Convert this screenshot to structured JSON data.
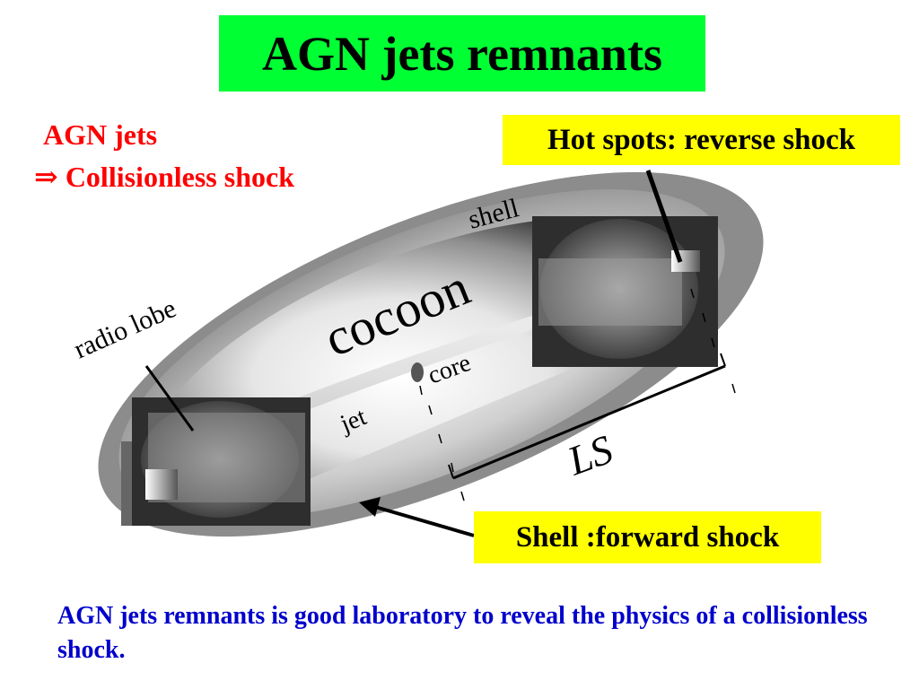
{
  "title": "AGN jets remnants",
  "intro": {
    "line1": "AGN jets",
    "line2": "⇒ Collisionless shock"
  },
  "callouts": {
    "hot_spots": "Hot spots: reverse shock",
    "shell_forward": "Shell :forward shock"
  },
  "diagram_labels": {
    "shell": "shell",
    "cocoon": "cocoon",
    "radio_lobe": "radio lobe",
    "core": "core",
    "jet": "jet",
    "ls": "LS"
  },
  "footnote": "AGN jets remnants is good laboratory to reveal the physics of a collisionless shock.",
  "colors": {
    "title_bg": "#00ff33",
    "callout_bg": "#ffff00",
    "intro_text": "#ff0000",
    "footnote_text": "#0000cc"
  }
}
